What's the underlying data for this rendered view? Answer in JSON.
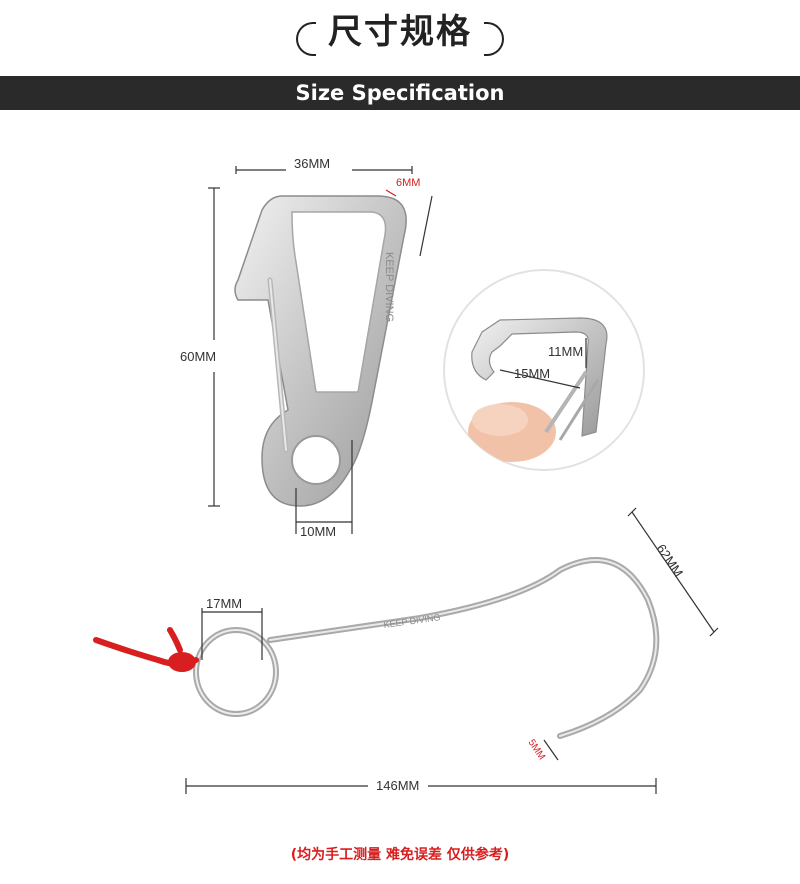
{
  "header": {
    "title_zh": "尺寸规格",
    "title_en": "Size Specification"
  },
  "carabiner": {
    "width_label": "36MM",
    "wall_label": "6MM",
    "height_label": "60MM",
    "eye_label": "10MM",
    "brand_mark": "KEEP DIVING"
  },
  "detail_inset": {
    "gap_label": "11MM",
    "depth_label": "15MM"
  },
  "hook": {
    "loop_label": "17MM",
    "bend_label": "62MM",
    "tip_label": "5MM",
    "length_label": "146MM",
    "brand_mark": "KEEP DIVING"
  },
  "footer": {
    "note": "(均为手工测量 难免误差 仅供参考)"
  },
  "colors": {
    "accent_red": "#d81e1e",
    "band": "#2a2a2a",
    "metal": "#c9c9c9"
  }
}
